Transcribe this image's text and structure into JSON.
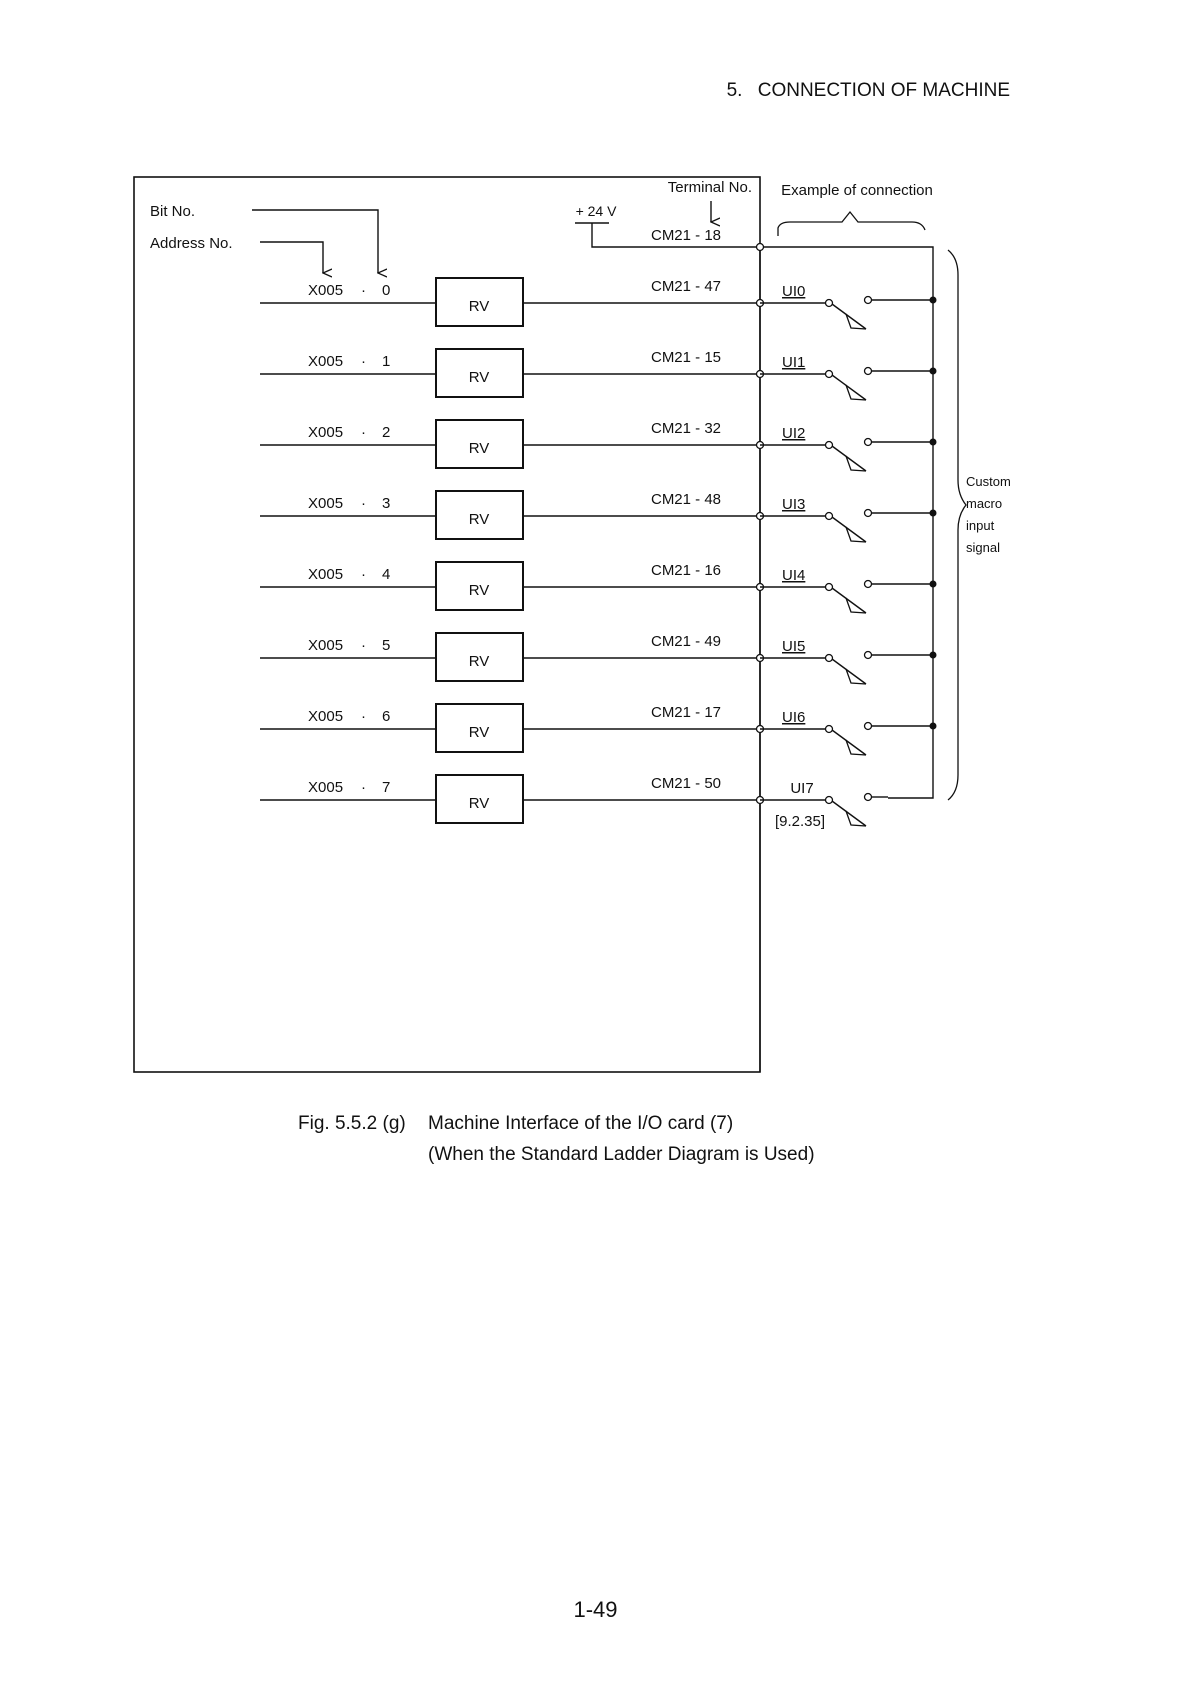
{
  "header": {
    "section": "5.",
    "title": "CONNECTION OF MACHINE"
  },
  "diagram": {
    "bit_no_label": "Bit No.",
    "address_no_label": "Address No.",
    "terminal_no_label": "Terminal No.",
    "supply_label": "+ 24 V",
    "supply_terminal": "CM21 - 18",
    "example_label": "Example of connection",
    "receiver_label": "RV",
    "dot": "·",
    "side_label": [
      "Custom",
      "macro",
      "input",
      "signal"
    ],
    "reference": "[9.2.35]",
    "channels": [
      {
        "address": "X005",
        "bit": "0",
        "terminal": "CM21 - 47",
        "signal": "UI0"
      },
      {
        "address": "X005",
        "bit": "1",
        "terminal": "CM21 - 15",
        "signal": "UI1"
      },
      {
        "address": "X005",
        "bit": "2",
        "terminal": "CM21 - 32",
        "signal": "UI2"
      },
      {
        "address": "X005",
        "bit": "3",
        "terminal": "CM21 - 48",
        "signal": "UI3"
      },
      {
        "address": "X005",
        "bit": "4",
        "terminal": "CM21 - 16",
        "signal": "UI4"
      },
      {
        "address": "X005",
        "bit": "5",
        "terminal": "CM21 - 49",
        "signal": "UI5"
      },
      {
        "address": "X005",
        "bit": "6",
        "terminal": "CM21 - 17",
        "signal": "UI6"
      },
      {
        "address": "X005",
        "bit": "7",
        "terminal": "CM21 - 50",
        "signal": "UI7"
      }
    ]
  },
  "caption": {
    "number": "Fig. 5.5.2 (g)",
    "line1": "Machine Interface of the I/O card (7)",
    "line2": "(When the Standard Ladder Diagram is Used)"
  },
  "page_number": "1-49"
}
